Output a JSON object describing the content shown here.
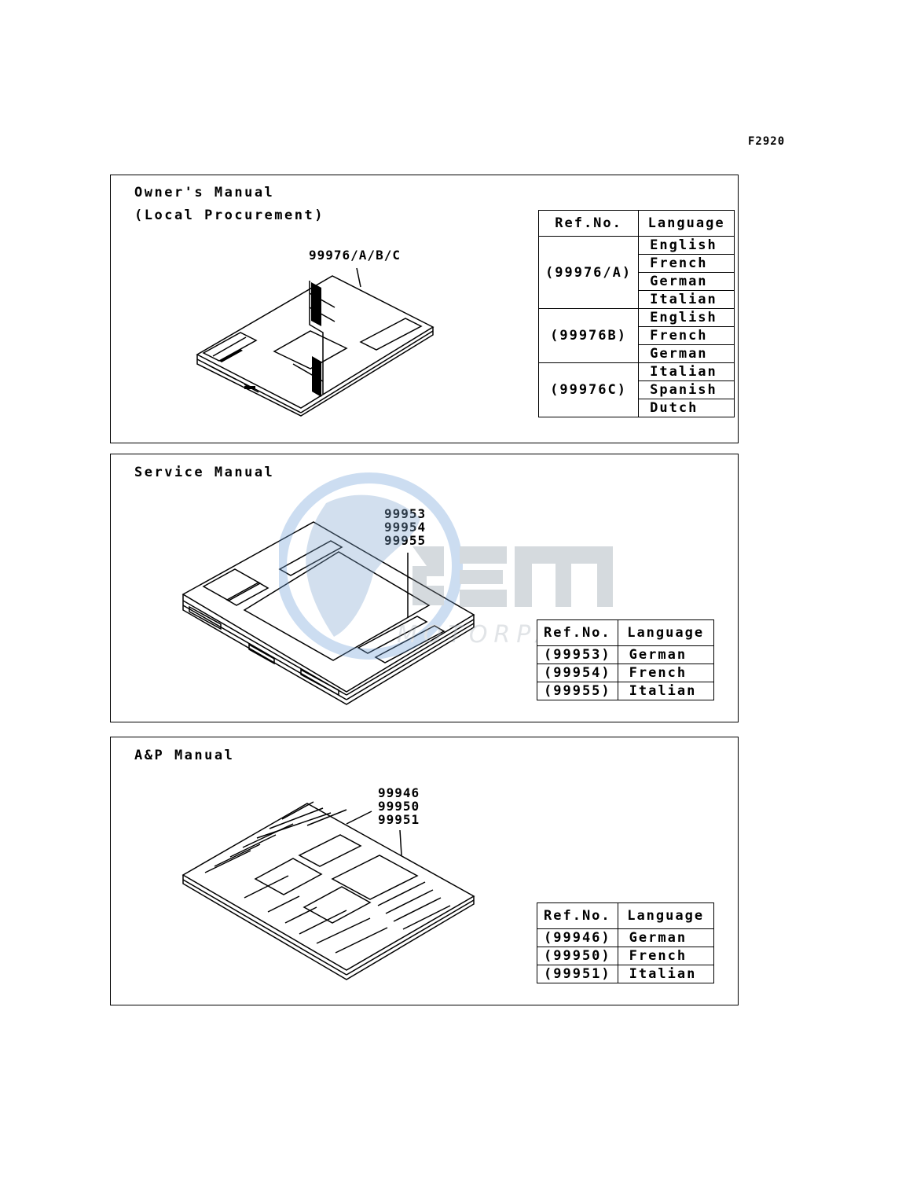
{
  "figure_code": "F2920",
  "panels": [
    {
      "title_lines": [
        "Owner's Manual",
        "(Local Procurement)"
      ],
      "callout": [
        "99976/A/B/C"
      ],
      "table": {
        "headers": [
          "Ref.No.",
          "Language"
        ],
        "groups": [
          {
            "ref": "(99976/A)",
            "languages": [
              "English",
              "French",
              "German",
              "Italian"
            ]
          },
          {
            "ref": "(99976B)",
            "languages": [
              "English",
              "French",
              "German"
            ]
          },
          {
            "ref": "(99976C)",
            "languages": [
              "Italian",
              "Spanish",
              "Dutch"
            ]
          }
        ]
      }
    },
    {
      "title_lines": [
        "Service Manual"
      ],
      "callout": [
        "99953",
        "99954",
        "99955"
      ],
      "table": {
        "headers": [
          "Ref.No.",
          "Language"
        ],
        "groups": [
          {
            "ref": "(99953)",
            "languages": [
              "German"
            ]
          },
          {
            "ref": "(99954)",
            "languages": [
              "French"
            ]
          },
          {
            "ref": "(99955)",
            "languages": [
              "Italian"
            ]
          }
        ]
      }
    },
    {
      "title_lines": [
        "A&P Manual"
      ],
      "callout": [
        "99946",
        "99950",
        "99951"
      ],
      "table": {
        "headers": [
          "Ref.No.",
          "Language"
        ],
        "groups": [
          {
            "ref": "(99946)",
            "languages": [
              "German"
            ]
          },
          {
            "ref": "(99950)",
            "languages": [
              "French"
            ]
          },
          {
            "ref": "(99951)",
            "languages": [
              "Italian"
            ]
          }
        ]
      }
    }
  ],
  "watermark": {
    "logo": "OEM",
    "text": "MOTORPARTS",
    "color": "#9aa6b2"
  }
}
